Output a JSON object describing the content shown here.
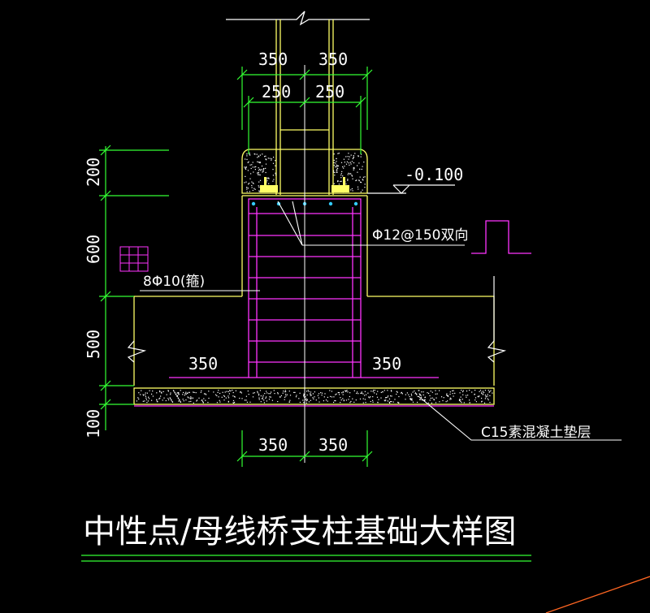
{
  "title": "中性点/母线桥支柱基础大样图",
  "dimensions": {
    "top_outer_left": "350",
    "top_outer_right": "350",
    "top_inner_left": "250",
    "top_inner_right": "250",
    "left_200": "200",
    "left_600": "600",
    "left_500": "500",
    "left_100": "100",
    "footing_left": "350",
    "footing_right": "350",
    "bottom_left": "350",
    "bottom_right": "350"
  },
  "annotations": {
    "elevation": "-0.100",
    "rebar_main": "Φ12@150双向",
    "stirrup": "8Φ10(箍)",
    "cushion": "C15素混凝土垫层"
  },
  "colors": {
    "background": "#000000",
    "concrete": "#ffff66",
    "rebar": "#ff33ff",
    "dimension": "#33ff33",
    "text": "#ffffff",
    "leader": "#ffffff",
    "column": "#ffff66",
    "extra_line": "#ff6622"
  }
}
